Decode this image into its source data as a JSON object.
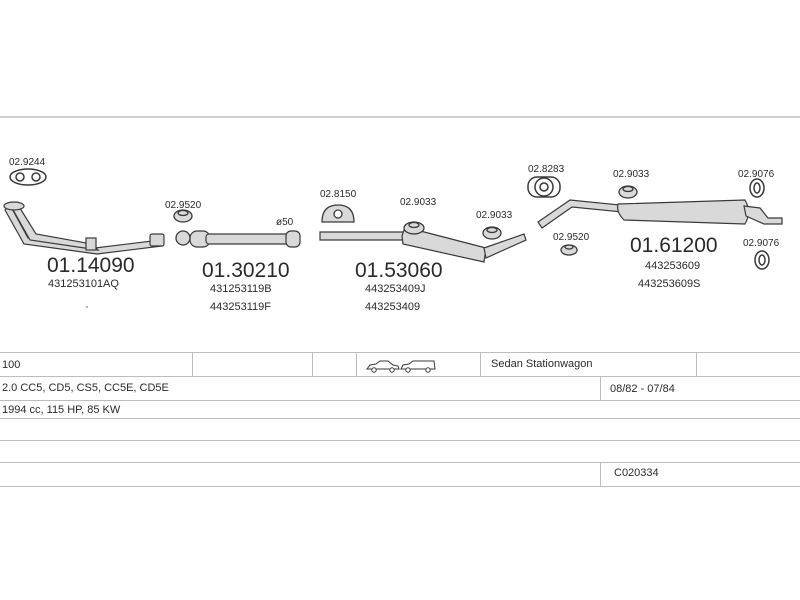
{
  "parts": [
    {
      "code": "01.14090",
      "refs": [
        "431253101AQ"
      ]
    },
    {
      "code": "01.30210",
      "refs": [
        "431253119B",
        "443253119F"
      ]
    },
    {
      "code": "01.53060",
      "refs": [
        "443253409J",
        "443253409"
      ]
    },
    {
      "code": "01.61200",
      "refs": [
        "443253609",
        "443253609S"
      ]
    }
  ],
  "accessories": {
    "a1": "02.9244",
    "a2": "02.9520",
    "a3": "02.8150",
    "a4": "02.9033",
    "a5": "02.9033",
    "a6": "02.8283",
    "a7": "02.9520",
    "a8": "02.9033",
    "a9": "02.9076",
    "a10": "02.9076"
  },
  "diameter_label": "ø50",
  "table": {
    "model": "100",
    "body_types": "Sedan Stationwagon",
    "versions": "2.0 CC5, CD5, CS5, CC5E, CD5E",
    "period": "08/82 - 07/84",
    "engine": "1994 cc, 115 HP, 85 KW",
    "catalog_code": "C020334"
  },
  "colors": {
    "line": "#3a3a3a",
    "part_fill": "#d9d9d9",
    "grid": "#bdbdbd"
  }
}
